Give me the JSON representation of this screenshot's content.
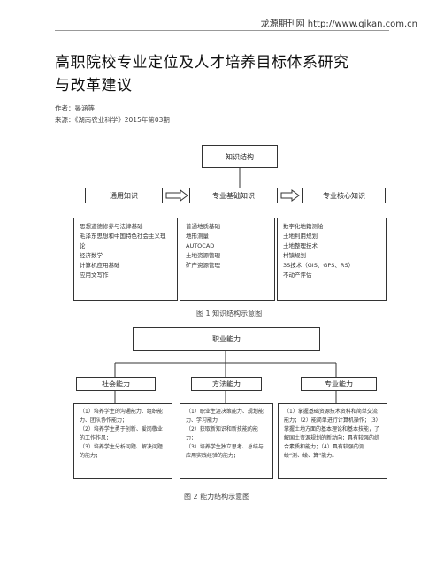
{
  "header": {
    "site": "龙源期刊网 http://www.qikan.com.cn"
  },
  "article": {
    "title_line1": "高职院校专业定位及人才培养目标体系研究",
    "title_line2": "与改革建议",
    "author": "作者：晏涵等",
    "source": "来源：《湖南农业科学》2015年第03期"
  },
  "figure1": {
    "root": "知识结构",
    "categories": [
      "通用知识",
      "专业基础知识",
      "专业核心知识"
    ],
    "lists": [
      [
        "思想道德修养与法律基础",
        "毛泽东思想和中国特色社会主义理",
        "论",
        "经济数学",
        "计算机应用基础",
        "应用文写作"
      ],
      [
        "普通地质基础",
        "地形测量",
        "AUTOCAD",
        "土地资源管理",
        "矿产资源管理"
      ],
      [
        "数字化地籍测绘",
        "土地利用规划",
        "土地整理技术",
        "村镇规划",
        "3S技术（GIS、GPS、RS）",
        "不动产评估"
      ]
    ],
    "caption": "图 1    知识结构示意图"
  },
  "figure2": {
    "root": "职业能力",
    "categories": [
      "社会能力",
      "方法能力",
      "专业能力"
    ],
    "lists": [
      [
        "（1）培养学生的沟通能力、组织能力、团队协作能力；",
        "（2）培养学生勇于创新、爱岗敬业的工作作风；",
        "（3）培养学生分析问题、解决问题的能力；"
      ],
      [
        "（1）职业生涯决策能力、规划能力、学习能力",
        "（2）获取新知识和新技能的能力；",
        "（3）培养学生独立思考、总结与应用实践经验的能力；"
      ],
      [
        "（1）掌握基础资源技术资料和简单交流能力；（2）能简单进行计算机操作；（3）掌握土地方面的基本理论和基本技能，了解国土资源规划的新动向；具有较强的综合素质和能力；（4）具有较强的测绘“测、绘、算”能力。"
      ]
    ],
    "caption": "图 2    能力结构示意图"
  }
}
